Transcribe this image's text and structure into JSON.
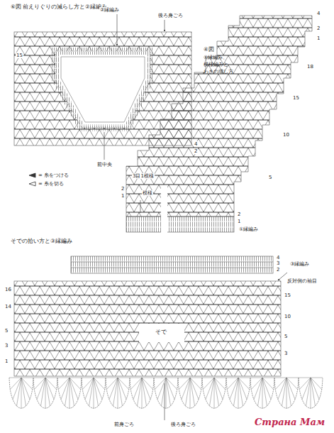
{
  "diagram": {
    "labels": [
      "⑥図 前えりぐりの減らし方と②縁編み",
      "②縁編み",
      "後ろ身ごろ",
      "15",
      "4",
      "2",
      "前中央",
      "④図",
      "①縁編み、",
      "模様編みと",
      "わきの増し方",
      "4",
      "2",
      "1",
      "18",
      "15",
      "10",
      "5",
      "3目1模様",
      "2",
      "1",
      "模様",
      "2",
      "1",
      "①縁編み",
      "そでの拾い方と③縁編み",
      "4",
      "3",
      "2",
      "③縁編み",
      "反対側の袖目",
      "16",
      "14",
      "5",
      "3",
      "1",
      "15",
      "10",
      "5",
      "3",
      "そで",
      "前身ごろ",
      "後ろ身ごろ",
      "Страна Мам"
    ],
    "legend": [
      {
        "text": "= 糸をつける"
      },
      {
        "text": "= 糸を切る"
      }
    ]
  }
}
